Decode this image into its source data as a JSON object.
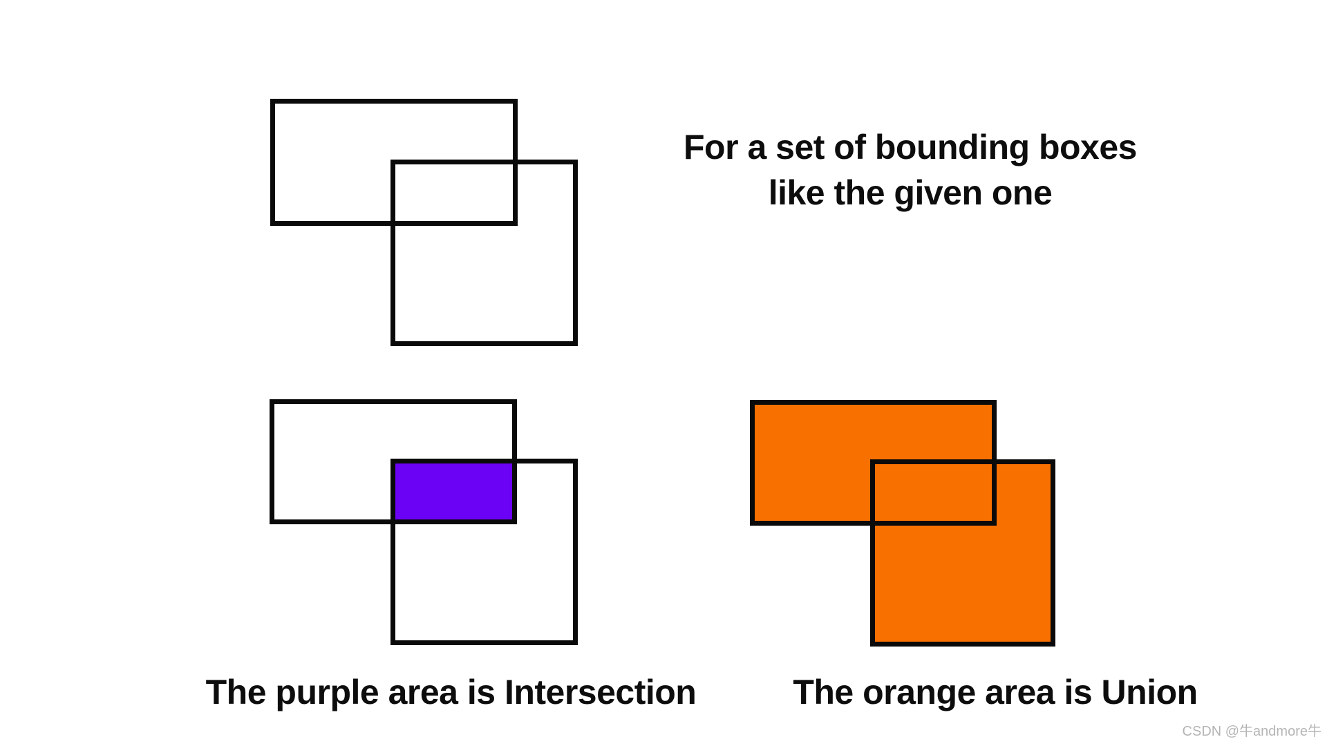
{
  "title": {
    "line1": "For a set of bounding boxes",
    "line2": "like the given one"
  },
  "captions": {
    "intersection": "The purple area is Intersection",
    "union": "The orange area is Union"
  },
  "watermark": {
    "text": "CSDN @牛andmore牛"
  },
  "colors": {
    "background": "#ffffff",
    "outline": "#0a0a0a",
    "text": "#0d0d0d",
    "intersection_purple": "#6C02F5",
    "union_orange": "#F87000",
    "watermark_gray": "#b5b5b5"
  },
  "figures": {
    "given": "two overlapping bounding boxes (outlines only)",
    "intersection": "overlap region filled purple",
    "union": "both boxes filled orange"
  }
}
